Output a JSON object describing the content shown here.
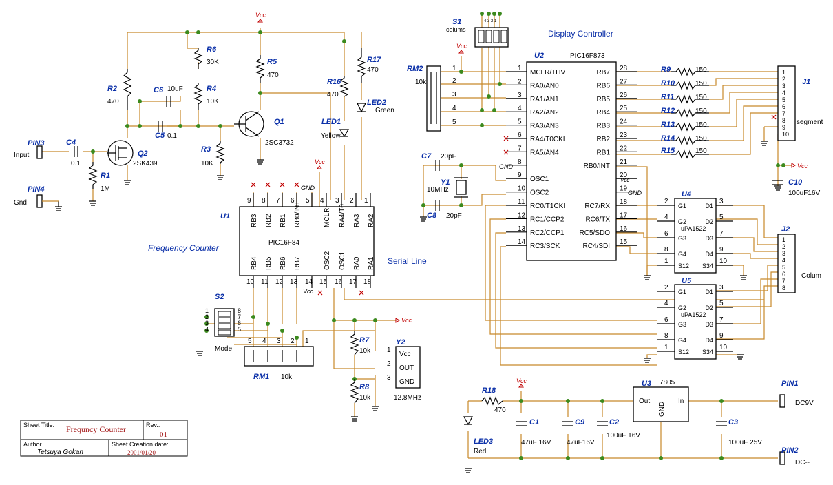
{
  "titles": {
    "display_controller": "Display Controller",
    "frequency_counter": "Frequency  Counter",
    "serial_line": "Serial Line"
  },
  "title_block": {
    "sheet_title_label": "Sheet Title:",
    "sheet_title": "Frequncy Counter",
    "rev_label": "Rev.:",
    "rev": "01",
    "author_label": "Author",
    "author": "Tetsuya  Gokan",
    "date_label": "Sheet Creation date:",
    "date": "2001/01/20"
  },
  "power": {
    "vcc": "Vcc",
    "gnd": "GND"
  },
  "pins": {
    "pin1": {
      "ref": "PIN1",
      "label": "DC9V"
    },
    "pin2": {
      "ref": "PIN2",
      "label": "DC--"
    },
    "pin3": {
      "ref": "PIN3",
      "label": "Input"
    },
    "pin4": {
      "ref": "PIN4",
      "label": "Gnd"
    }
  },
  "resistors": {
    "R1": {
      "ref": "R1",
      "value": "1M"
    },
    "R2": {
      "ref": "R2",
      "value": "470"
    },
    "R3": {
      "ref": "R3",
      "value": "10K"
    },
    "R4": {
      "ref": "R4",
      "value": "10K"
    },
    "R5": {
      "ref": "R5",
      "value": "470"
    },
    "R6": {
      "ref": "R6",
      "value": "30K"
    },
    "R7": {
      "ref": "R7",
      "value": "10k"
    },
    "R8": {
      "ref": "R8",
      "value": "10k"
    },
    "R9": {
      "ref": "R9",
      "value": "150"
    },
    "R10": {
      "ref": "R10",
      "value": "150"
    },
    "R11": {
      "ref": "R11",
      "value": "150"
    },
    "R12": {
      "ref": "R12",
      "value": "150"
    },
    "R13": {
      "ref": "R13",
      "value": "150"
    },
    "R14": {
      "ref": "R14",
      "value": "150"
    },
    "R15": {
      "ref": "R15",
      "value": "150"
    },
    "R16": {
      "ref": "R16",
      "value": "470"
    },
    "R17": {
      "ref": "R17",
      "value": "470"
    },
    "R18": {
      "ref": "R18",
      "value": "470"
    }
  },
  "capacitors": {
    "C1": {
      "ref": "C1",
      "value": "47uF 16V"
    },
    "C2": {
      "ref": "C2",
      "value": "100uF 16V"
    },
    "C3": {
      "ref": "C3",
      "value": "100uF 25V"
    },
    "C4": {
      "ref": "C4",
      "value": "0.1"
    },
    "C5": {
      "ref": "C5",
      "value": "0.1"
    },
    "C6": {
      "ref": "C6",
      "value": "10uF"
    },
    "C7": {
      "ref": "C7",
      "value": "20pF"
    },
    "C8": {
      "ref": "C8",
      "value": "20pF"
    },
    "C9": {
      "ref": "C9",
      "value": "47uF16V"
    },
    "C10": {
      "ref": "C10",
      "value": "100uF16V"
    }
  },
  "semis": {
    "Q1": {
      "ref": "Q1",
      "value": "2SC3732"
    },
    "Q2": {
      "ref": "Q2",
      "value": "2SK439"
    },
    "LED1": {
      "ref": "LED1",
      "value": "Yellow"
    },
    "LED2": {
      "ref": "LED2",
      "value": "Green"
    },
    "LED3": {
      "ref": "LED3",
      "value": "Red"
    }
  },
  "crystals": {
    "Y1": {
      "ref": "Y1",
      "value": "10MHz"
    },
    "Y2": {
      "ref": "Y2",
      "value": "12.8MHz",
      "pins": [
        "Vcc",
        "OUT",
        "GND"
      ],
      "nums": [
        "1",
        "2",
        "3"
      ]
    }
  },
  "networks": {
    "RM1": {
      "ref": "RM1",
      "value": "10k",
      "nums": [
        "5",
        "4",
        "3",
        "2",
        "1"
      ]
    },
    "RM2": {
      "ref": "RM2",
      "value": "10k",
      "nums": [
        "1",
        "2",
        "3",
        "4",
        "5"
      ]
    },
    "S1": {
      "ref": "S1",
      "value": "colums",
      "tiny": "4 3 2 1"
    },
    "S2": {
      "ref": "S2",
      "value": "Mode",
      "left": [
        "1",
        "2",
        "3",
        "4"
      ],
      "right": [
        "8",
        "7",
        "6",
        "5"
      ]
    }
  },
  "regulator": {
    "ref": "U3",
    "part": "7805",
    "out": "Out",
    "gnd": "GND",
    "in": "In"
  },
  "u1": {
    "ref": "U1",
    "part": "PIC16F84",
    "top_pins": [
      {
        "num": "9",
        "name": "RB3"
      },
      {
        "num": "8",
        "name": "RB2"
      },
      {
        "num": "7",
        "name": "RB1"
      },
      {
        "num": "6",
        "name": "RB0/INT"
      },
      {
        "num": "5",
        "name": ""
      },
      {
        "num": "4",
        "name": "MCLR"
      },
      {
        "num": "3",
        "name": "RA4/T0"
      },
      {
        "num": "2",
        "name": "RA3"
      },
      {
        "num": "1",
        "name": "RA2"
      }
    ],
    "bottom_pins": [
      {
        "num": "10",
        "name": "RB4"
      },
      {
        "num": "11",
        "name": "RB5"
      },
      {
        "num": "12",
        "name": "RB6"
      },
      {
        "num": "13",
        "name": "RB7"
      },
      {
        "num": "14",
        "name": ""
      },
      {
        "num": "15",
        "name": "OSC2"
      },
      {
        "num": "16",
        "name": "OSC1"
      },
      {
        "num": "17",
        "name": "RA0"
      },
      {
        "num": "18",
        "name": "RA1"
      }
    ]
  },
  "u2": {
    "ref": "U2",
    "part": "PIC16F873",
    "left_pins": [
      {
        "num": "1",
        "name": "MCLR/THV"
      },
      {
        "num": "2",
        "name": "RA0/AN0"
      },
      {
        "num": "3",
        "name": "RA1/AN1"
      },
      {
        "num": "4",
        "name": "RA2/AN2"
      },
      {
        "num": "5",
        "name": "RA3/AN3"
      },
      {
        "num": "6",
        "name": "RA4/T0CKI"
      },
      {
        "num": "7",
        "name": "RA5/AN4"
      },
      {
        "num": "8",
        "name": ""
      },
      {
        "num": "9",
        "name": "OSC1"
      },
      {
        "num": "10",
        "name": "OSC2"
      },
      {
        "num": "11",
        "name": "RC0/T1CKI"
      },
      {
        "num": "12",
        "name": "RC1/CCP2"
      },
      {
        "num": "13",
        "name": "RC2/CCP1"
      },
      {
        "num": "14",
        "name": "RC3/SCK"
      }
    ],
    "right_pins": [
      {
        "num": "28",
        "name": "RB7"
      },
      {
        "num": "27",
        "name": "RB6"
      },
      {
        "num": "26",
        "name": "RB5"
      },
      {
        "num": "25",
        "name": "RB4"
      },
      {
        "num": "24",
        "name": "RB3"
      },
      {
        "num": "23",
        "name": "RB2"
      },
      {
        "num": "22",
        "name": "RB1"
      },
      {
        "num": "21",
        "name": "RB0/INT"
      },
      {
        "num": "20",
        "name": ""
      },
      {
        "num": "19",
        "name": ""
      },
      {
        "num": "18",
        "name": "RC7/RX"
      },
      {
        "num": "17",
        "name": "RC6/TX"
      },
      {
        "num": "16",
        "name": "RC5/SDO"
      },
      {
        "num": "15",
        "name": "RC4/SDI"
      }
    ]
  },
  "u4": {
    "ref": "U4",
    "part": "uPA1522",
    "left": [
      {
        "num": "2",
        "name": "G1"
      },
      {
        "num": "4",
        "name": "G2"
      },
      {
        "num": "6",
        "name": "G3"
      },
      {
        "num": "8",
        "name": "G4"
      },
      {
        "num": "1",
        "name": "S12"
      }
    ],
    "right": [
      {
        "num": "3",
        "name": "D1"
      },
      {
        "num": "5",
        "name": "D2"
      },
      {
        "num": "7",
        "name": "D3"
      },
      {
        "num": "9",
        "name": "D4"
      },
      {
        "num": "10",
        "name": "S34"
      }
    ]
  },
  "u5": {
    "ref": "U5",
    "part": "uPA1522",
    "left": [
      {
        "num": "2",
        "name": "G1"
      },
      {
        "num": "4",
        "name": "G2"
      },
      {
        "num": "6",
        "name": "G3"
      },
      {
        "num": "8",
        "name": "G4"
      },
      {
        "num": "1",
        "name": "S12"
      }
    ],
    "right": [
      {
        "num": "3",
        "name": "D1"
      },
      {
        "num": "5",
        "name": "D2"
      },
      {
        "num": "7",
        "name": "D3"
      },
      {
        "num": "9",
        "name": "D4"
      },
      {
        "num": "10",
        "name": "S34"
      }
    ]
  },
  "connectors": {
    "J1": {
      "ref": "J1",
      "label": "segment",
      "nums": [
        "1",
        "2",
        "3",
        "4",
        "5",
        "6",
        "7",
        "8",
        "9",
        "10"
      ]
    },
    "J2": {
      "ref": "J2",
      "label": "Colum",
      "nums": [
        "1",
        "2",
        "3",
        "4",
        "5",
        "6",
        "7",
        "8"
      ]
    }
  }
}
